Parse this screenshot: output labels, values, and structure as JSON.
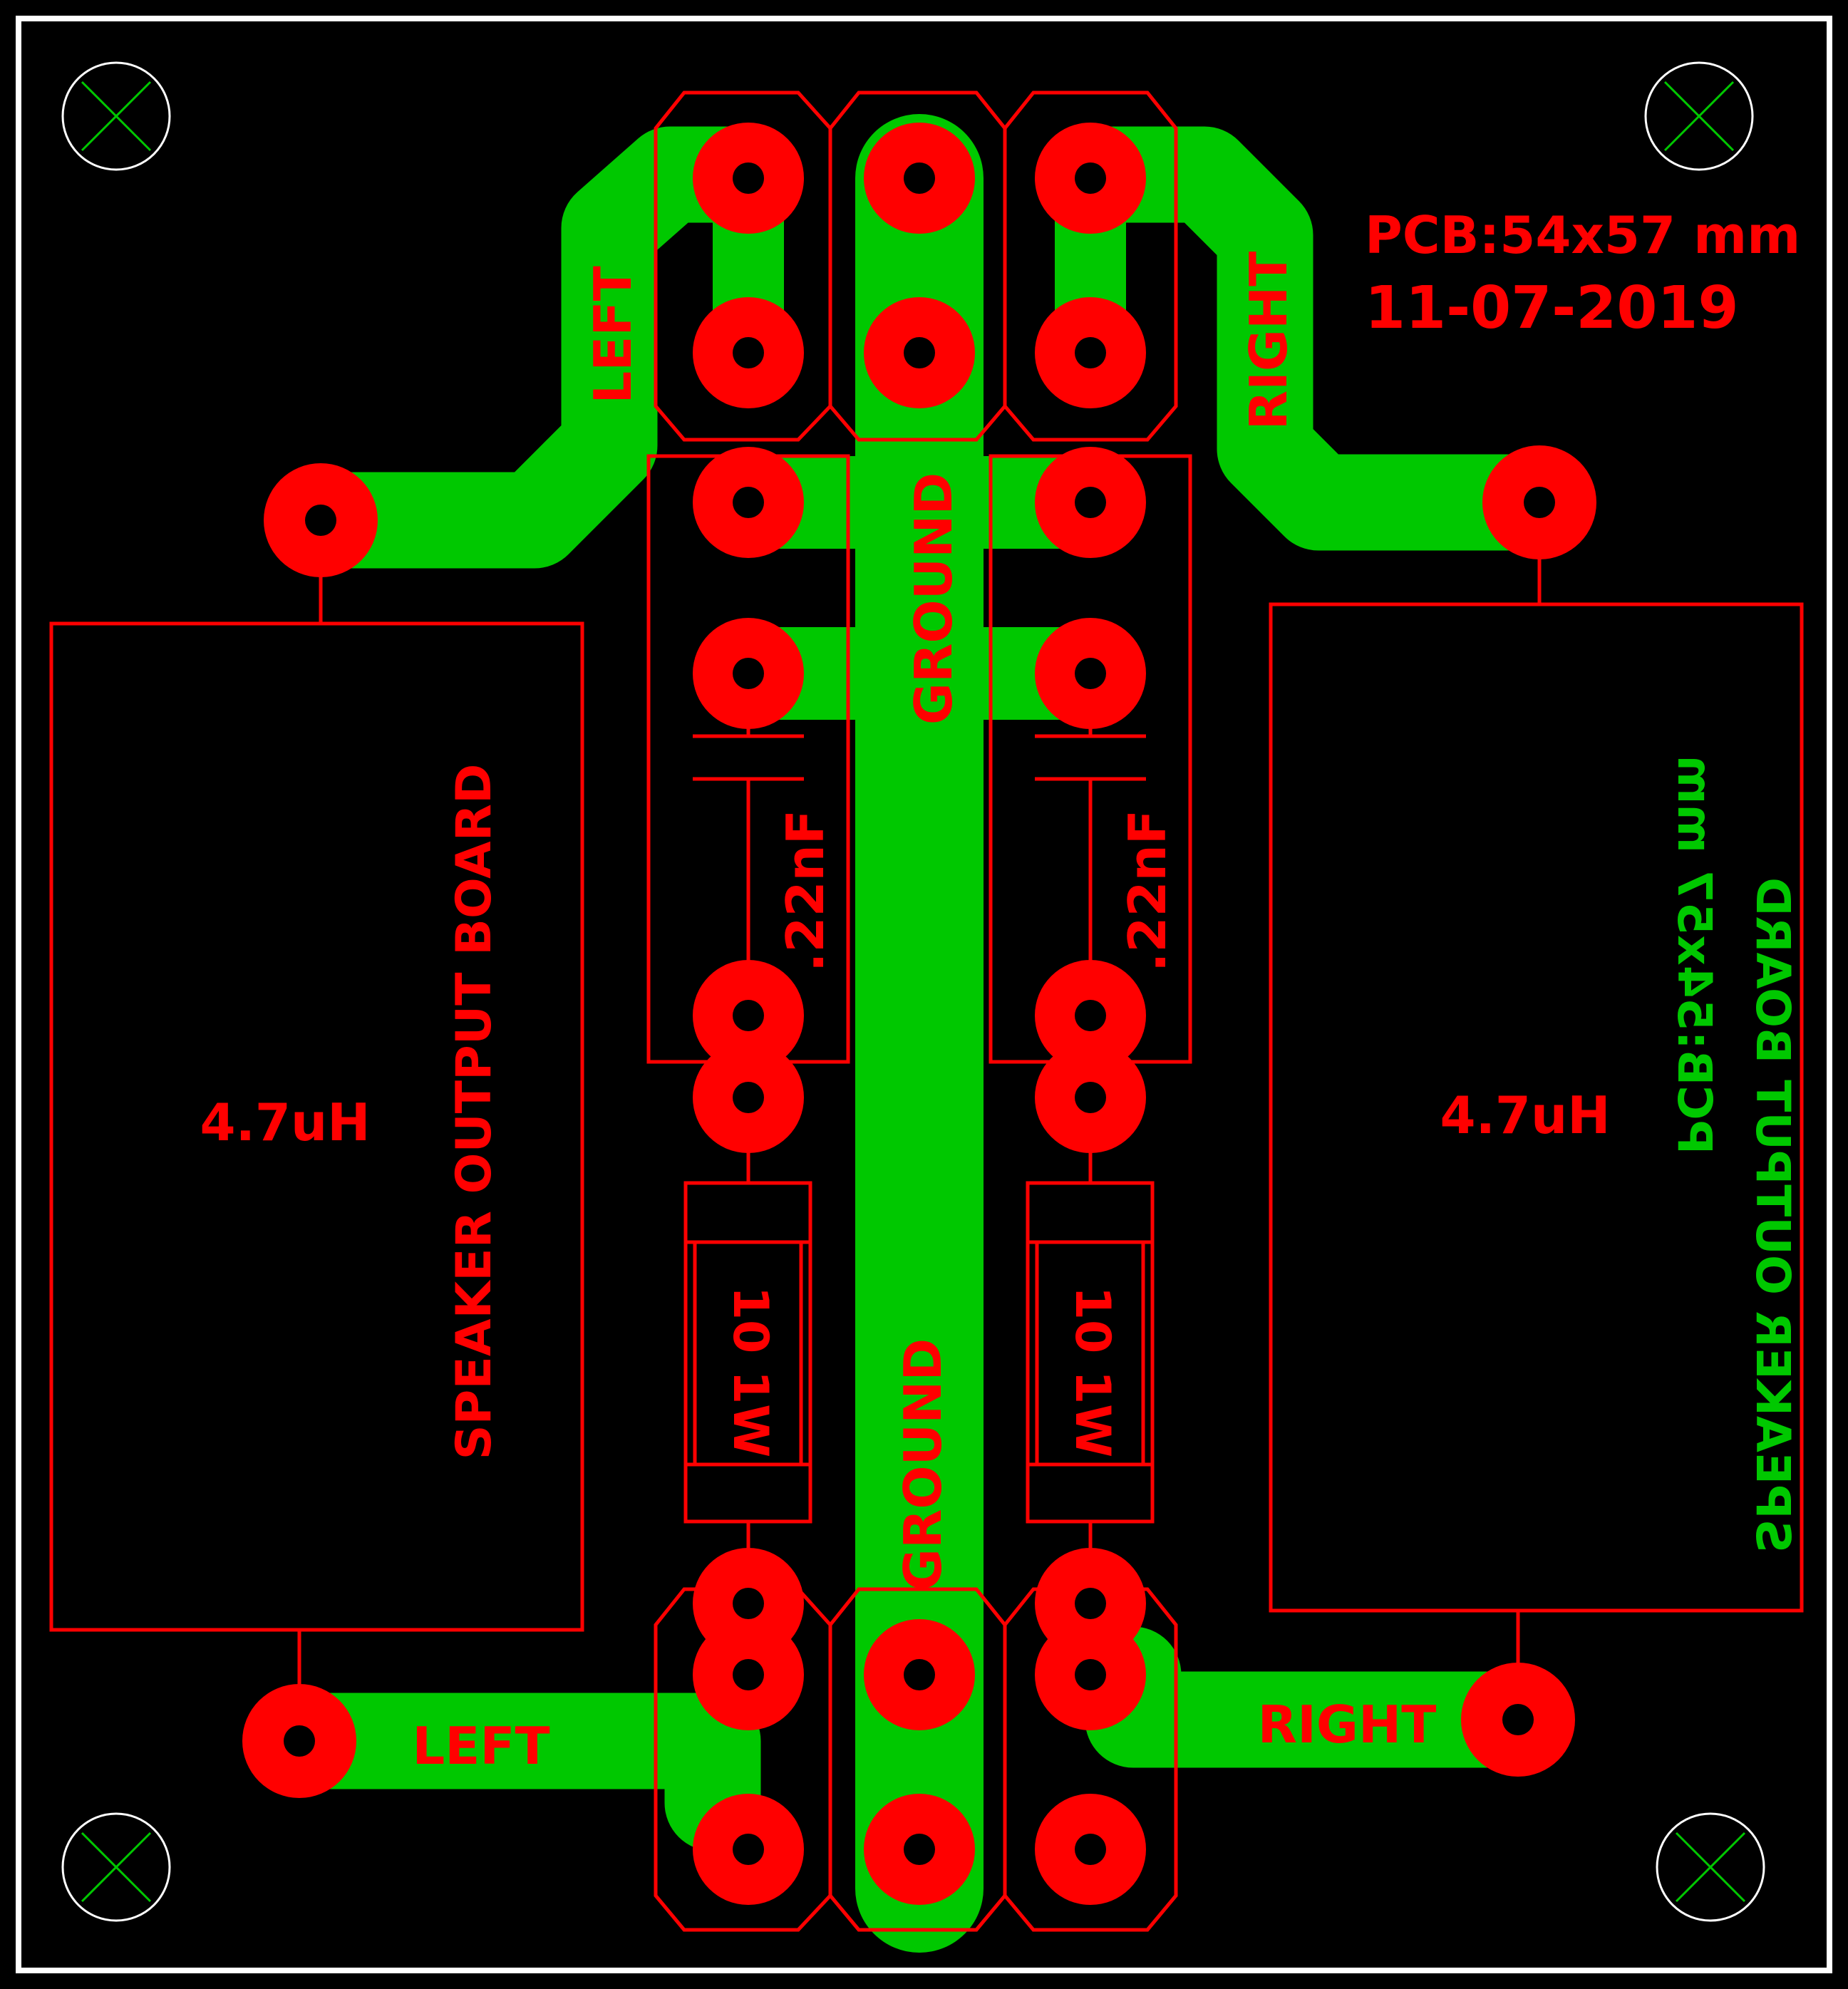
{
  "colors": {
    "background": "#000000",
    "border": "#ffffff",
    "copper": "#00c800",
    "silkscreen": "#ff0000",
    "hole": "#000000",
    "mount_hole": "#ffffff",
    "mount_cross": "#00c800"
  },
  "board": {
    "size_text": "PCB:54x57 mm",
    "date_text": "11-07-2019"
  },
  "labels": {
    "left_top": "LEFT",
    "right_top": "RIGHT",
    "ground_upper": "GROUND",
    "ground_lower": "GROUND",
    "left_bottom": "LEFT",
    "right_bottom": "RIGHT",
    "board_title": "SPEAKER OUTPUT BOARD"
  },
  "components": {
    "inductor_left_value": "4.7uH",
    "inductor_right_value": "4.7uH",
    "cap_left_value": ".22nF",
    "cap_right_value": ".22nF",
    "res_left_value": "10 1W",
    "res_right_value": "10 1W"
  },
  "mirrored_copper_text": {
    "line1": "SPEAKER OUTPUT BOARD",
    "line2": "PCB:54x57 mm"
  }
}
